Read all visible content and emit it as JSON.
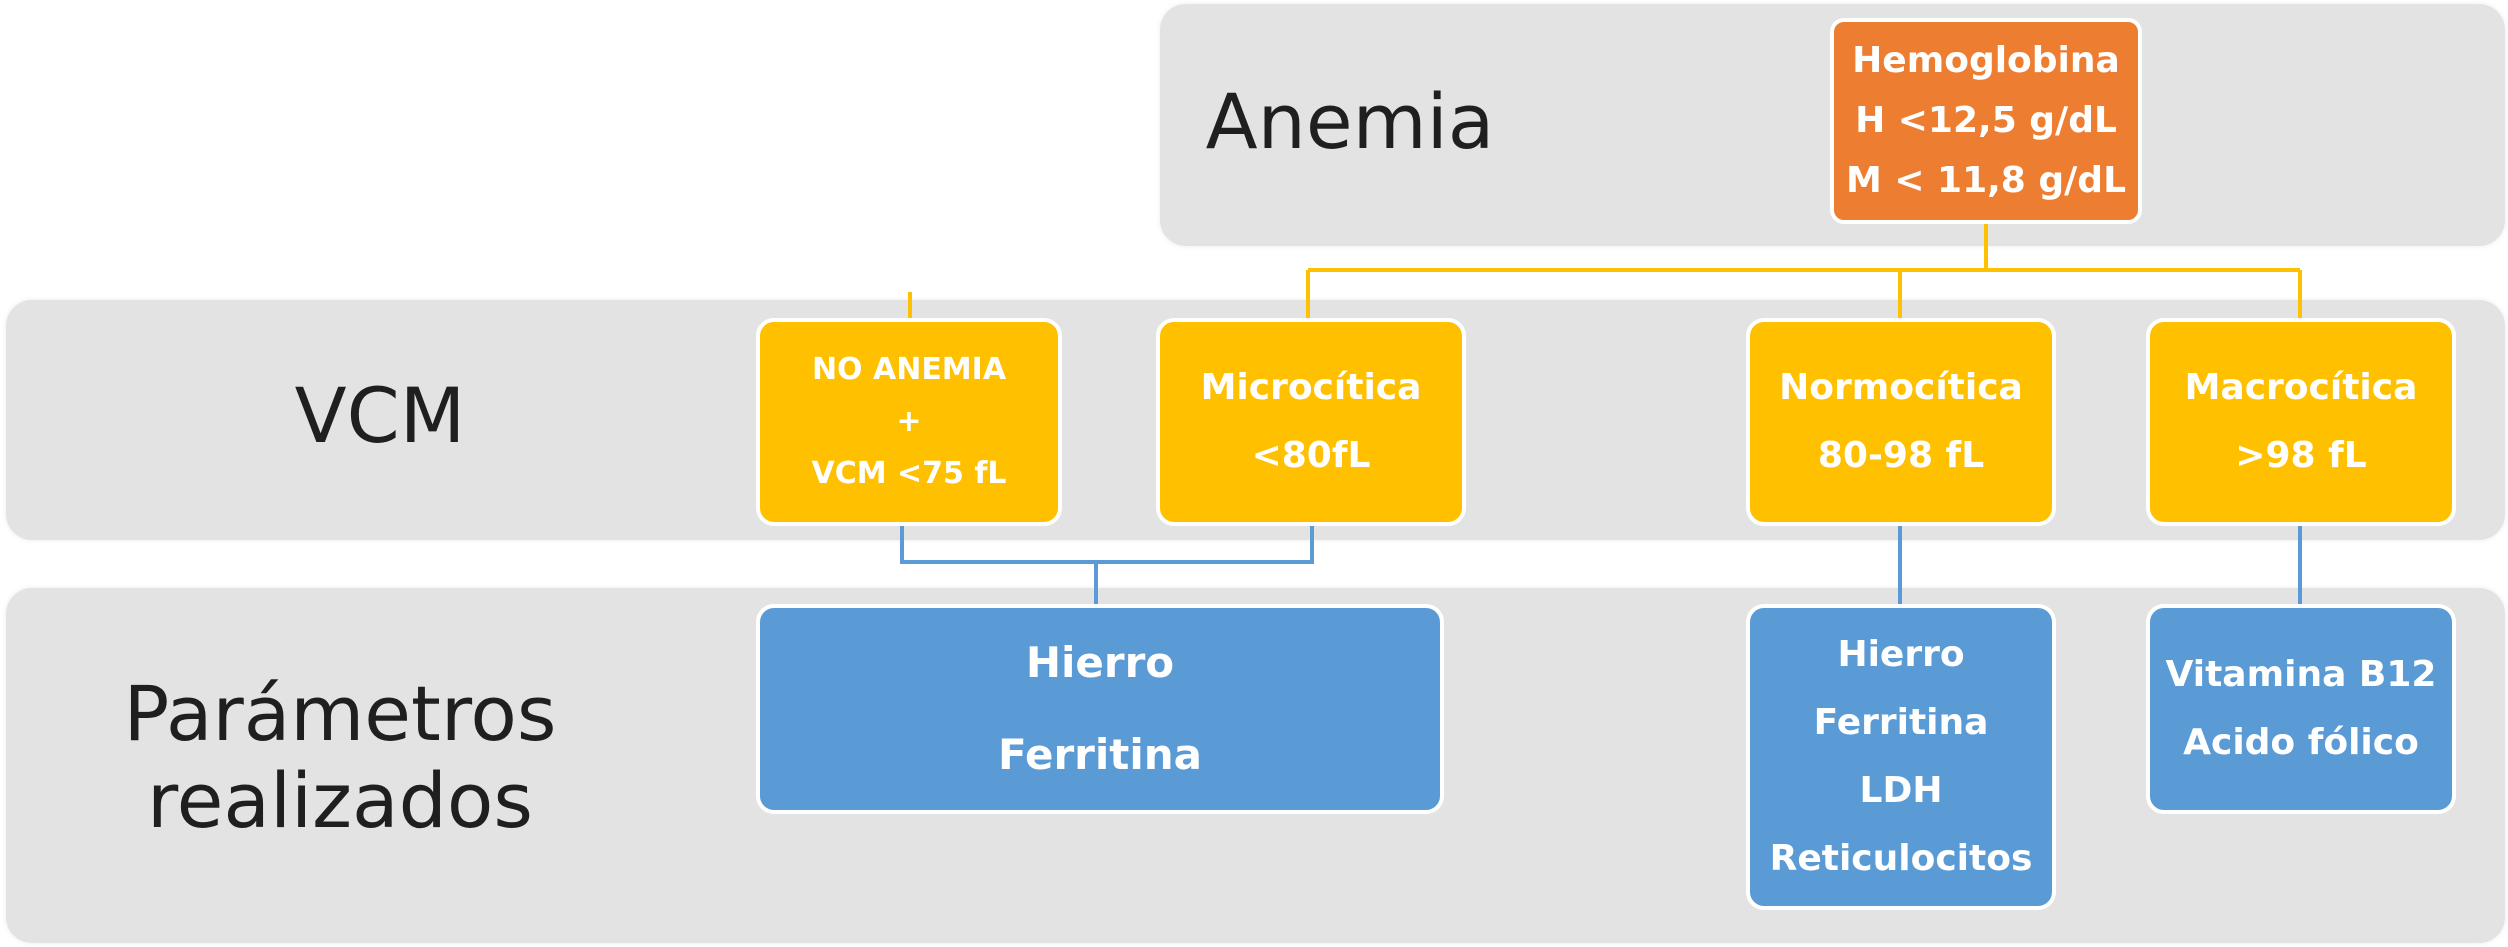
{
  "rows": {
    "anemia": "Anemia",
    "vcm": "VCM",
    "parametros": [
      "Parámetros",
      "realizados"
    ]
  },
  "hemoglobina": {
    "lines": [
      "Hemoglobina",
      "H <12,5 g/dL",
      "M < 11,8 g/dL"
    ]
  },
  "vcm_boxes": {
    "no_anemia": [
      "NO ANEMIA",
      "+",
      "VCM <75 fL"
    ],
    "microcitica": [
      "Microcítica",
      "<80fL"
    ],
    "normocitica": [
      "Normocítica",
      "80-98 fL"
    ],
    "macrocitica": [
      "Macrocítica",
      ">98 fL"
    ]
  },
  "param_boxes": {
    "hierro_ferritina": [
      "Hierro",
      "Ferritina"
    ],
    "normo_params": [
      "Hierro",
      "Ferritina",
      "LDH",
      "Reticulocitos"
    ],
    "macro_params": [
      "Vitamina B12",
      "Acido fólico"
    ]
  },
  "colors": {
    "band": "#e3e3e3",
    "hemoglobina": "#ed7d31",
    "vcm": "#ffc000",
    "params": "#5b9bd5",
    "connector_yellow": "#ffc000",
    "connector_blue": "#5b9bd5"
  }
}
